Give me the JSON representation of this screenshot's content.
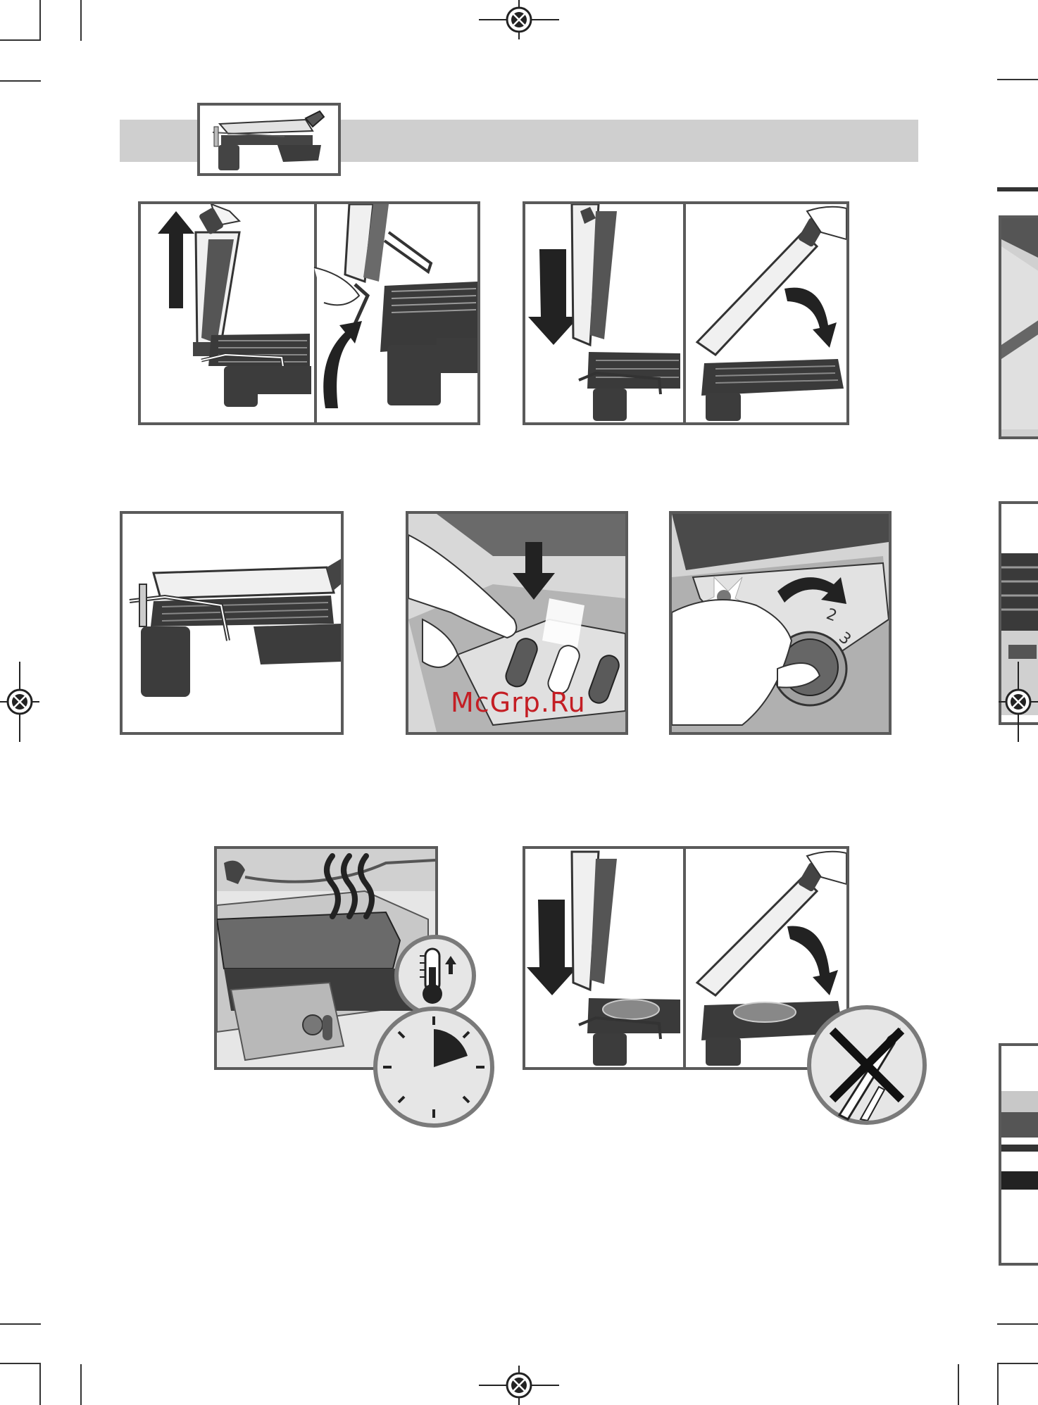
{
  "watermark": "McGrp.Ru",
  "dial": {
    "numbers": [
      "2",
      "3"
    ]
  },
  "colors": {
    "frame": "#5a5a5a",
    "band": "#cfcfcf",
    "dark_appliance": "#3c3c3c",
    "mid_gray": "#8a8a8a",
    "light_gray": "#d9d9d9",
    "watermark": "#c41e24"
  },
  "icons": {
    "up": "arrow-up-icon",
    "down": "arrow-down-icon",
    "curved": "curved-arrow-icon",
    "heat": "heat-waves-icon",
    "thermometer": "thermometer-icon",
    "timer": "timer-icon",
    "no_utensils": "no-metal-utensils-icon",
    "registration": "registration-mark-icon"
  }
}
